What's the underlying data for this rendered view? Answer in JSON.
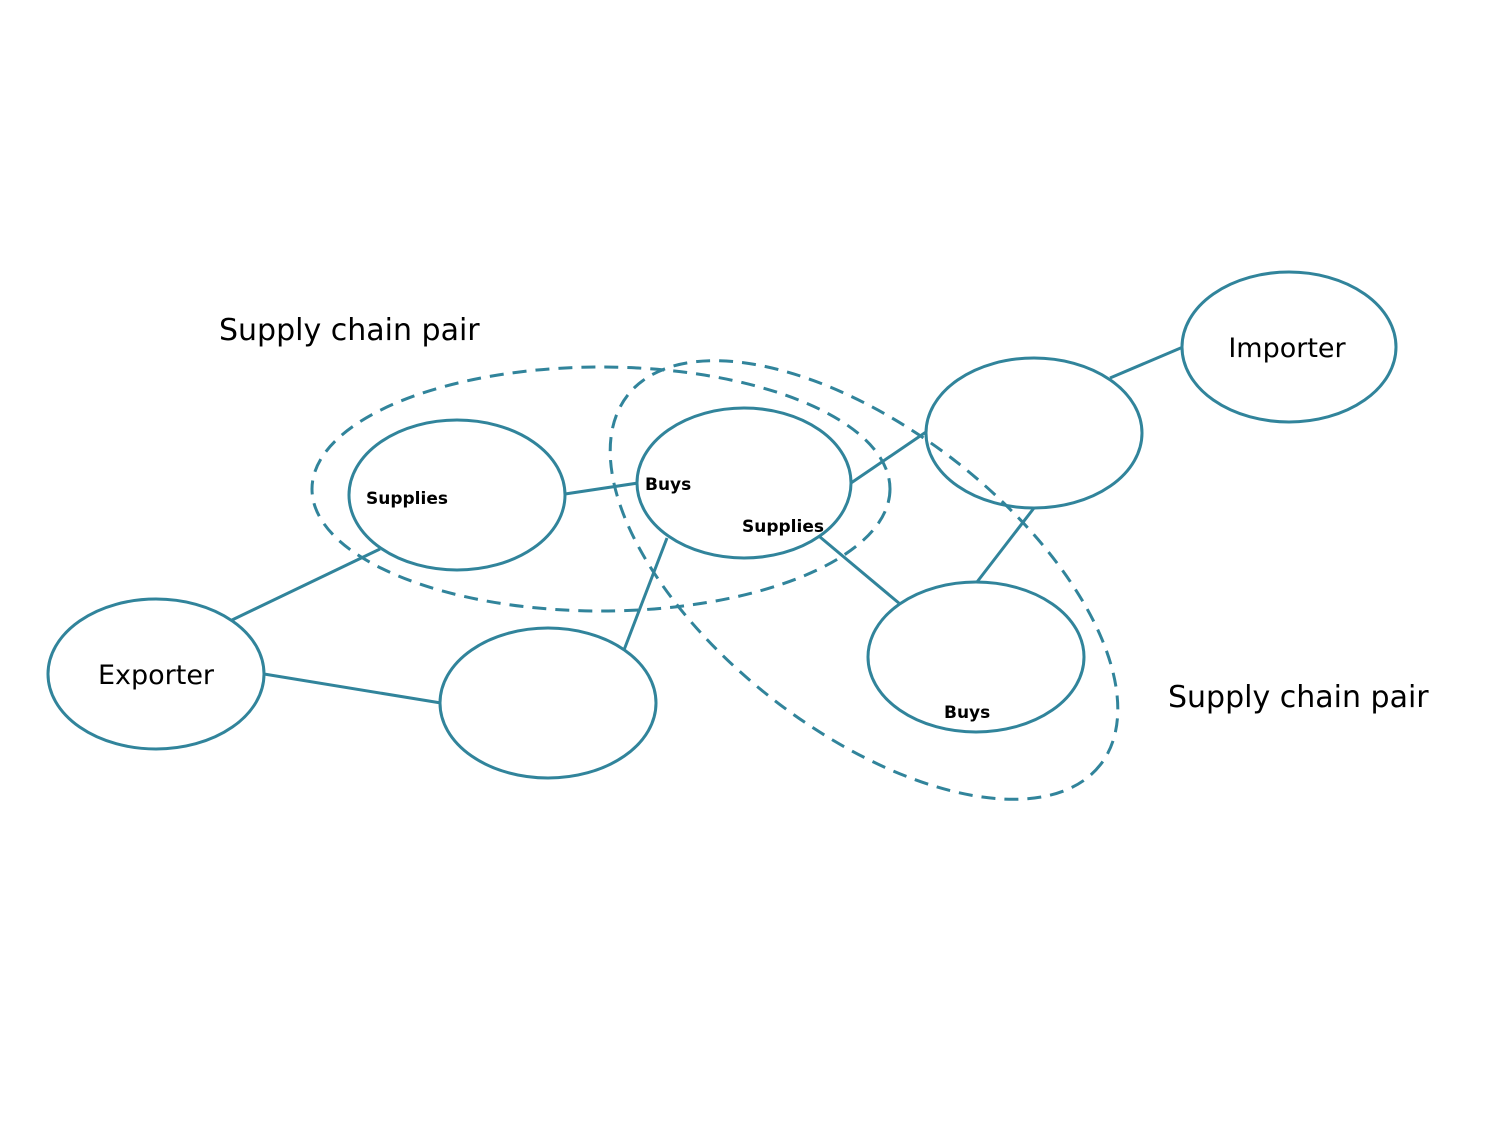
{
  "diagram": {
    "colors": {
      "stroke": "#31849B",
      "text": "#000000",
      "background": "#ffffff"
    },
    "nodes": [
      {
        "id": "exporter",
        "label": "Exporter"
      },
      {
        "id": "firm-a",
        "label": ""
      },
      {
        "id": "firm-b",
        "label": ""
      },
      {
        "id": "firm-c",
        "label": ""
      },
      {
        "id": "firm-d",
        "label": ""
      },
      {
        "id": "firm-e",
        "label": ""
      },
      {
        "id": "importer",
        "label": "Importer"
      }
    ],
    "edges": [
      {
        "from": "exporter",
        "to": "firm-a"
      },
      {
        "from": "exporter",
        "to": "firm-d"
      },
      {
        "from": "firm-a",
        "to": "firm-b"
      },
      {
        "from": "firm-b",
        "to": "firm-d"
      },
      {
        "from": "firm-b",
        "to": "firm-c"
      },
      {
        "from": "firm-b",
        "to": "firm-e"
      },
      {
        "from": "firm-c",
        "to": "firm-e"
      },
      {
        "from": "firm-c",
        "to": "importer"
      }
    ],
    "role_labels": {
      "firm_a_supplies": "Supplies",
      "firm_b_buys": "Buys",
      "firm_b_supplies": "Supplies",
      "firm_e_buys": "Buys"
    },
    "groups": [
      {
        "id": "pair-1",
        "label": "Supply chain pair",
        "members": [
          "firm-a",
          "firm-b"
        ]
      },
      {
        "id": "pair-2",
        "label": "Supply chain pair",
        "members": [
          "firm-b",
          "firm-e"
        ]
      }
    ]
  }
}
